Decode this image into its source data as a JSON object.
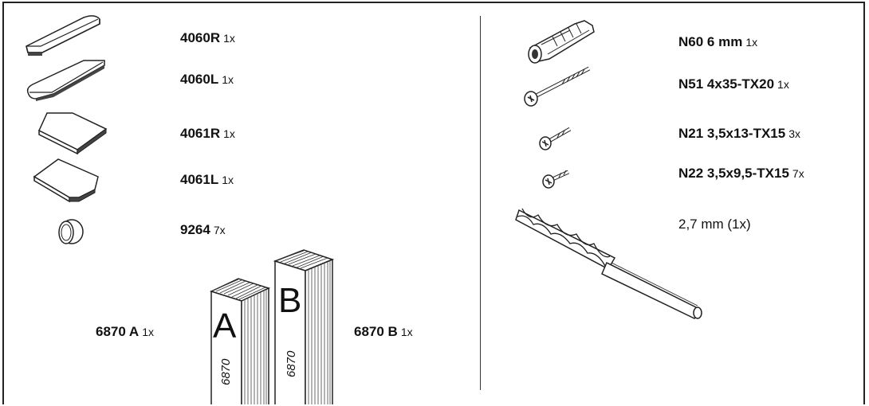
{
  "left_parts": [
    {
      "code": "4060R",
      "qty": "1x",
      "icon": "plate-right-icon"
    },
    {
      "code": "4060L",
      "qty": "1x",
      "icon": "plate-left-icon"
    },
    {
      "code": "4061R",
      "qty": "1x",
      "icon": "corner-plate-right-icon"
    },
    {
      "code": "4061L",
      "qty": "1x",
      "icon": "corner-plate-left-icon"
    },
    {
      "code": "9264",
      "qty": "7x",
      "icon": "round-pad-icon"
    }
  ],
  "boxes": {
    "a": {
      "code": "6870 A",
      "qty": "1x",
      "letter": "A",
      "side_code": "6870"
    },
    "b": {
      "code": "6870 B",
      "qty": "1x",
      "letter": "B",
      "side_code": "6870"
    }
  },
  "right_parts": [
    {
      "code": "N60 6 mm",
      "qty": "1x",
      "icon": "wall-plug-icon"
    },
    {
      "code": "N51 4x35-TX20",
      "qty": "1x",
      "icon": "long-screw-icon"
    },
    {
      "code": "N21 3,5x13-TX15",
      "qty": "3x",
      "icon": "short-screw-icon"
    },
    {
      "code": "N22 3,5x9,5-TX15",
      "qty": "7x",
      "icon": "small-screw-icon"
    },
    {
      "code": "2,7 mm (1x)",
      "qty": "",
      "icon": "drill-bit-icon"
    }
  ]
}
